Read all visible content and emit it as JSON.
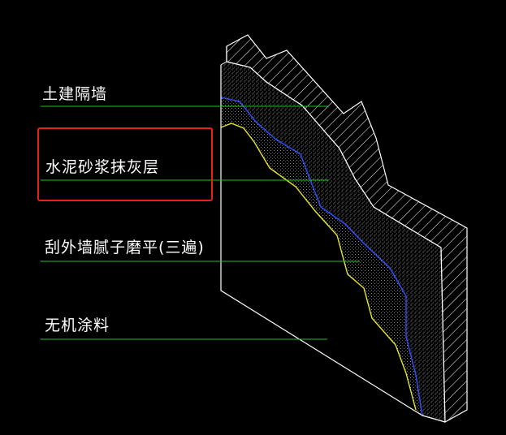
{
  "colors": {
    "background": "#000000",
    "leader": "#22c422",
    "outline": "#ffffff",
    "highlight": "#e8201a",
    "yellow_edge": "#e6e62a",
    "blue_edge": "#2a4cff",
    "plaster_dots": "#9a9a9a"
  },
  "layers": [
    {
      "label": "土建隔墙"
    },
    {
      "label": "水泥砂浆抹灰层",
      "highlighted": true
    },
    {
      "label": "刮外墙腻子磨平(三遍)"
    },
    {
      "label": "无机涂料"
    }
  ]
}
